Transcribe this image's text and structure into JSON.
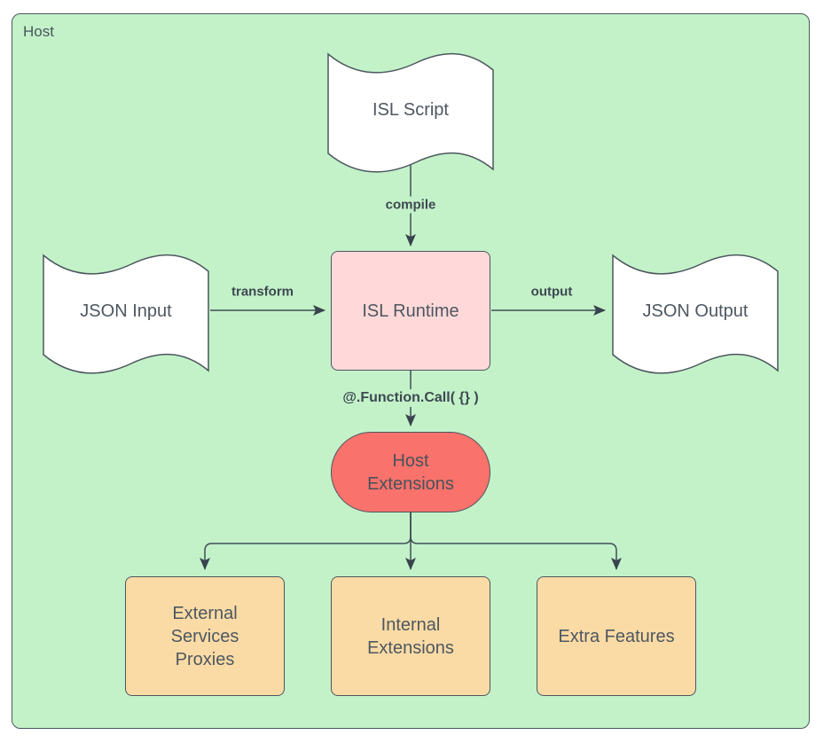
{
  "container": {
    "label": "Host"
  },
  "nodes": {
    "isl_script": {
      "label": "ISL Script",
      "shape": "flag",
      "fill": "#FFFFFF"
    },
    "json_input": {
      "label": "JSON Input",
      "shape": "flag",
      "fill": "#FFFFFF"
    },
    "json_output": {
      "label": "JSON Output",
      "shape": "flag",
      "fill": "#FFFFFF"
    },
    "isl_runtime": {
      "label": "ISL Runtime",
      "shape": "rounded-rect",
      "fill": "#FFD9D9"
    },
    "host_extensions": {
      "label": "Host Extensions",
      "shape": "pill",
      "fill": "#FA726C"
    },
    "external_services_proxies": {
      "label": "External Services Proxies",
      "shape": "rounded-rect",
      "fill": "#FBDBA5"
    },
    "internal_extensions": {
      "label": "Internal Extensions",
      "shape": "rounded-rect",
      "fill": "#FBDBA5"
    },
    "extra_features": {
      "label": "Extra Features",
      "shape": "rounded-rect",
      "fill": "#FBDBA5"
    }
  },
  "edges": {
    "compile": {
      "label": "compile",
      "from": "isl_script",
      "to": "isl_runtime"
    },
    "transform": {
      "label": "transform",
      "from": "json_input",
      "to": "isl_runtime"
    },
    "output": {
      "label": "output",
      "from": "isl_runtime",
      "to": "json_output"
    },
    "function_call": {
      "label": "@.Function.Call( {} )",
      "from": "isl_runtime",
      "to": "host_extensions"
    },
    "branch_left": {
      "label": "",
      "from": "host_extensions",
      "to": "external_services_proxies"
    },
    "branch_center": {
      "label": "",
      "from": "host_extensions",
      "to": "internal_extensions"
    },
    "branch_right": {
      "label": "",
      "from": "host_extensions",
      "to": "extra_features"
    }
  },
  "colors": {
    "canvas_bg": "#FFFFFF",
    "host_fill": "#C3F2C9",
    "stroke": "#4C565E",
    "arrow_stroke": "#424D57",
    "arrowhead_fill": "#39434E",
    "node_text": "#4D5761",
    "edge_label_text": "#3E4851",
    "runtime_fill": "#FFD9D9",
    "extensions_fill": "#FA726C",
    "feature_fill": "#FBDBA5",
    "flag_fill": "#FFFFFF"
  }
}
